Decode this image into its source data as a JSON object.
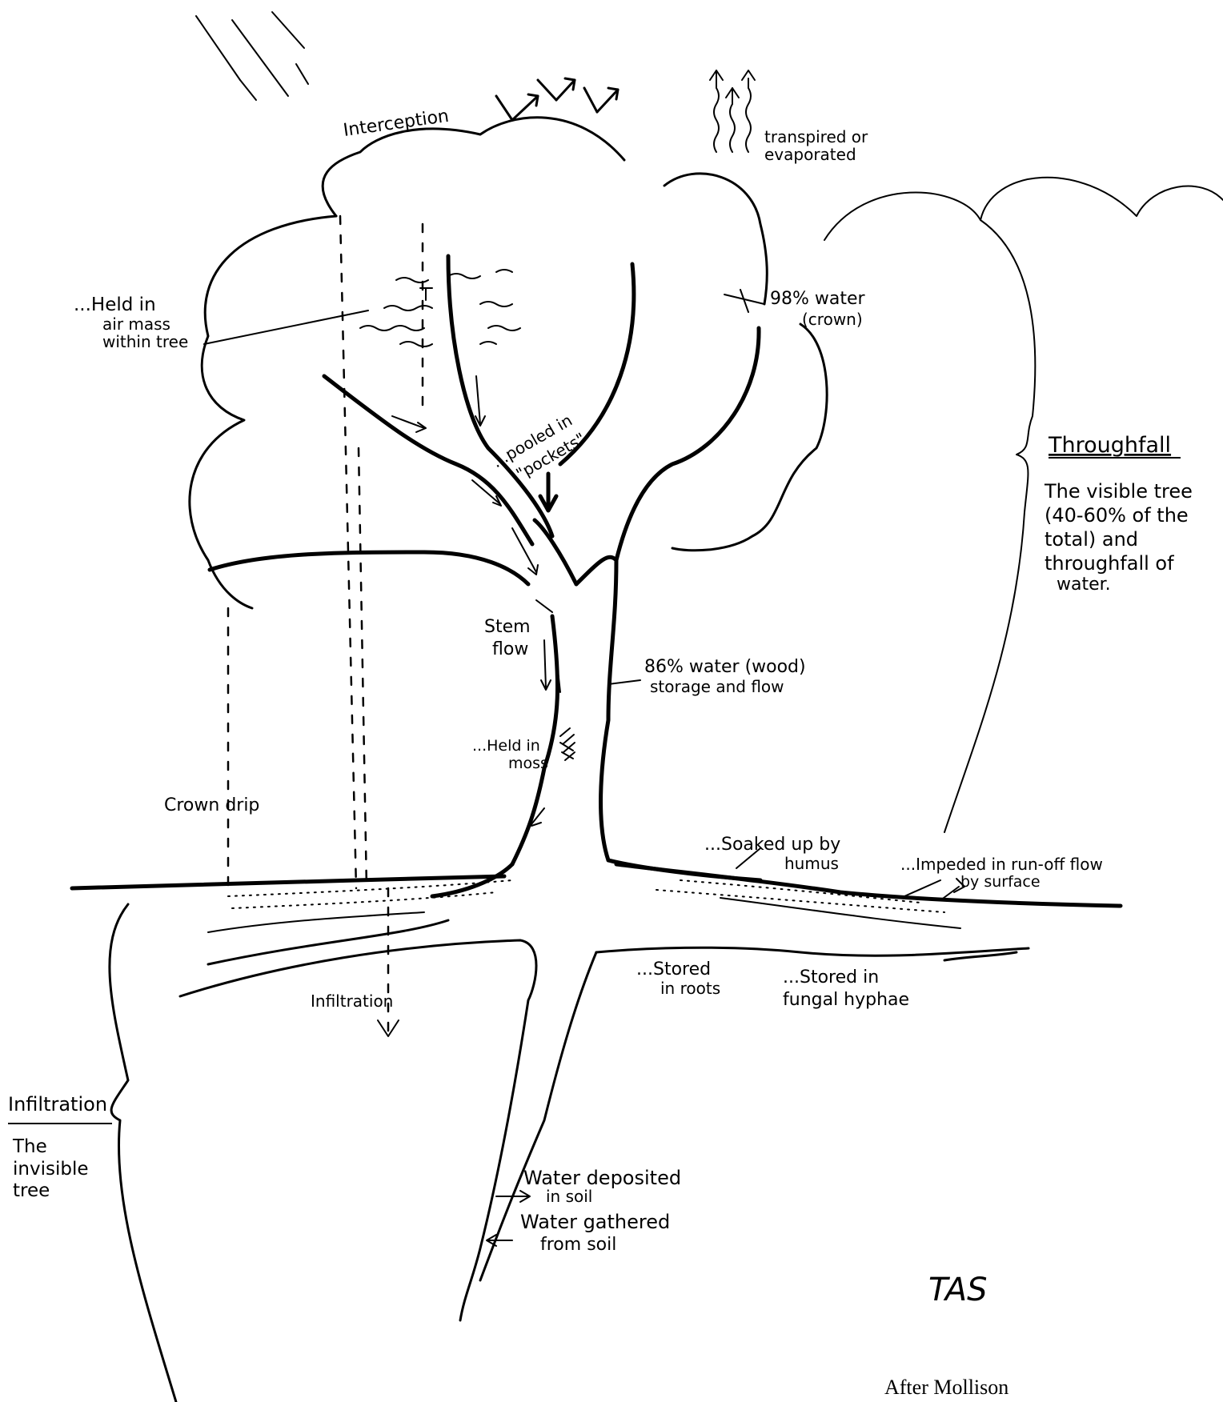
{
  "labels": {
    "interception": "Interception",
    "transpired_line1": "transpired or",
    "transpired_line2": "evaporated",
    "held_air_line1": "...Held in",
    "held_air_line2": "air mass",
    "held_air_line3": "within tree",
    "crown_water_line1": "98% water",
    "crown_water_line2": "(crown)",
    "pooled_line1": "...pooled in",
    "pooled_line2": "\"pockets\"",
    "throughfall_title": "Throughfall",
    "throughfall_desc_line1": "The visible tree",
    "throughfall_desc_line2": "(40-60% of the",
    "throughfall_desc_line3": "total) and",
    "throughfall_desc_line4": "throughfall of",
    "throughfall_desc_line5": "water.",
    "stem_flow_line1": "Stem",
    "stem_flow_line2": "flow",
    "wood_water_line1": "86% water (wood)",
    "wood_water_line2": "storage and flow",
    "moss_line1": "...Held in",
    "moss_line2": "moss",
    "crown_drip": "Crown drip",
    "humus_line1": "...Soaked up by",
    "humus_line2": "humus",
    "impeded_line1": "...Impeded in run-off flow",
    "impeded_line2": "by surface",
    "roots_line1": "...Stored",
    "roots_line2": "in roots",
    "fungal_line1": "...Stored in",
    "fungal_line2": "fungal hyphae",
    "infiltration_arrow": "Infiltration",
    "infiltration_title": "Infiltration",
    "infiltration_desc_line1": "The",
    "infiltration_desc_line2": "invisible",
    "infiltration_desc_line3": "tree",
    "deposited_line1": "Water deposited",
    "deposited_line2": "in soil",
    "gathered_line1": "Water gathered",
    "gathered_line2": "from soil",
    "initials": "TAS",
    "credit": "After Mollison"
  }
}
